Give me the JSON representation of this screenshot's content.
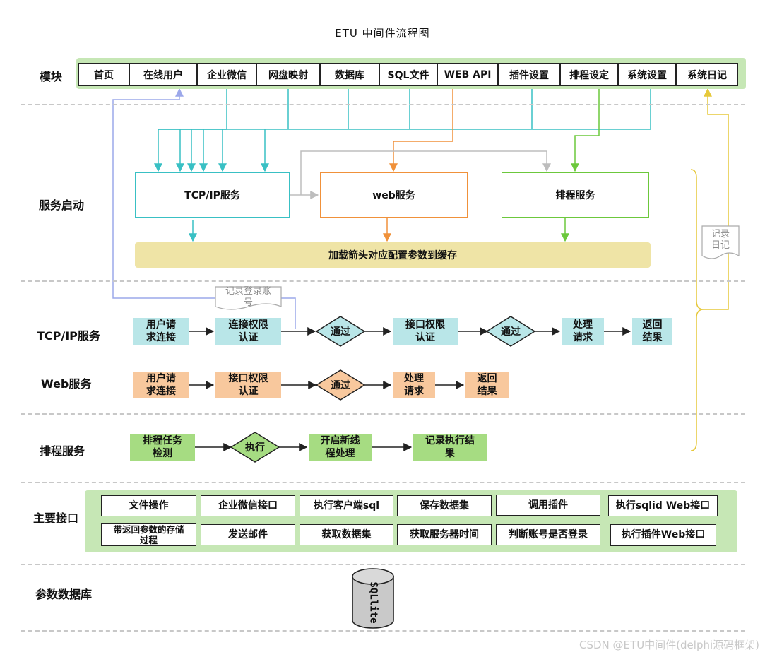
{
  "title": "ETU 中间件流程图",
  "lanes": {
    "modules": "模块",
    "startup": "服务启动",
    "tcp": "TCP/IP服务",
    "web": "Web服务",
    "sched": "排程服务",
    "iface": "主要接口",
    "db": "参数数据库"
  },
  "modules": [
    "首页",
    "在线用户",
    "企业微信",
    "网盘映射",
    "数据库",
    "SQL文件",
    "WEB API",
    "插件设置",
    "排程设定",
    "系统设置",
    "系统日记"
  ],
  "services": {
    "tcp": "TCP/IP服务",
    "web": "web服务",
    "sched": "排程服务",
    "cache": "加载箭头对应配置参数到缓存"
  },
  "notes": {
    "log_diary": "记录\n日记",
    "log_login": "记录登录账\n号"
  },
  "tcp_flow": {
    "request": "用户请\n求连接",
    "conn_auth": "连接权限\n认证",
    "pass1": "通过",
    "api_auth": "接口权限\n认证",
    "pass2": "通过",
    "process": "处理\n请求",
    "result": "返回\n结果"
  },
  "web_flow": {
    "request": "用户请\n求连接",
    "api_auth": "接口权限\n认证",
    "pass": "通过",
    "process": "处理\n请求",
    "result": "返回\n结果"
  },
  "sched_flow": {
    "detect": "排程任务\n检测",
    "exec": "执行",
    "thread": "开启新线\n程处理",
    "log": "记录执行结\n果"
  },
  "interfaces": [
    [
      "文件操作",
      "企业微信接口",
      "执行客户端sql",
      "保存数据集",
      "调用插件",
      "执行sqlid Web接口"
    ],
    [
      "带返回参数的存储\n过程",
      "发送邮件",
      "获取数据集",
      "获取服务器时间",
      "判断账号是否登录",
      "执行插件Web接口"
    ]
  ],
  "database": "SQLlite",
  "watermark": "CSDN @ETU中间件(delphi源码框架)",
  "colors": {
    "cyan_line": "#39c0c4",
    "orange_line": "#f0913a",
    "green_line": "#6cc83c",
    "gray_line": "#bdbdbd",
    "blue_line": "#9ca8ea",
    "yellow_line": "#e6c83a"
  }
}
